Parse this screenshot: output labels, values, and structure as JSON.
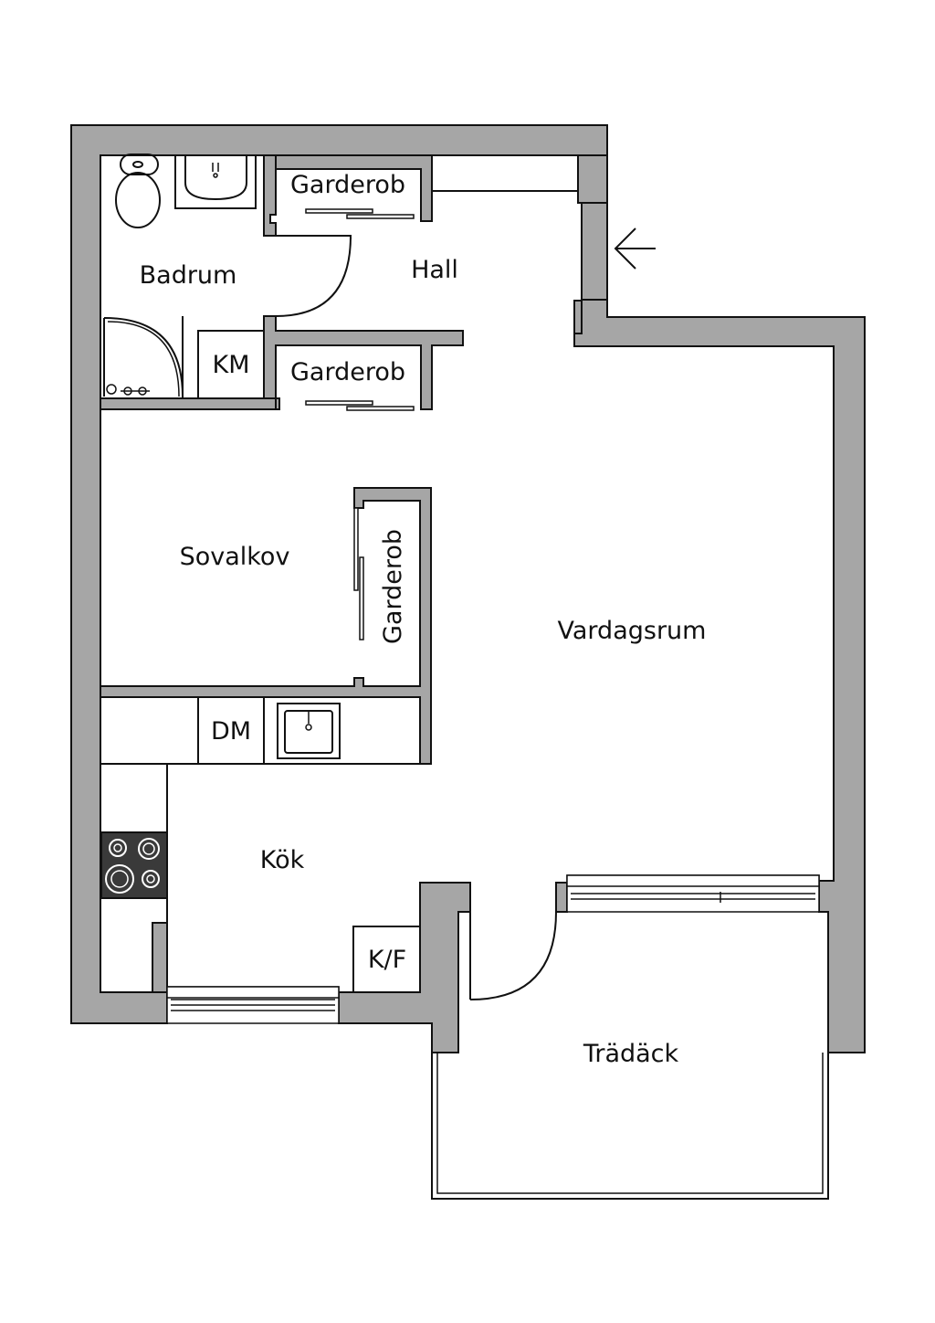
{
  "rooms": {
    "badrum": "Badrum",
    "hall": "Hall",
    "garderob_top": "Garderob",
    "garderob_mid": "Garderob",
    "garderob_side": "Garderob",
    "km": "KM",
    "sovalkov": "Sovalkov",
    "vardagsrum": "Vardagsrum",
    "dm": "DM",
    "kok": "Kök",
    "kf": "K/F",
    "tradack": "Trädäck"
  },
  "icons": {
    "entrance": "arrow-left-icon",
    "toilet": "toilet-icon",
    "basin": "washbasin-icon",
    "shower": "shower-icon",
    "sink": "kitchen-sink-icon",
    "stove": "stove-icon"
  },
  "colors": {
    "wall": "#a6a6a6",
    "stove": "#3a3a3a",
    "line": "#111111"
  }
}
